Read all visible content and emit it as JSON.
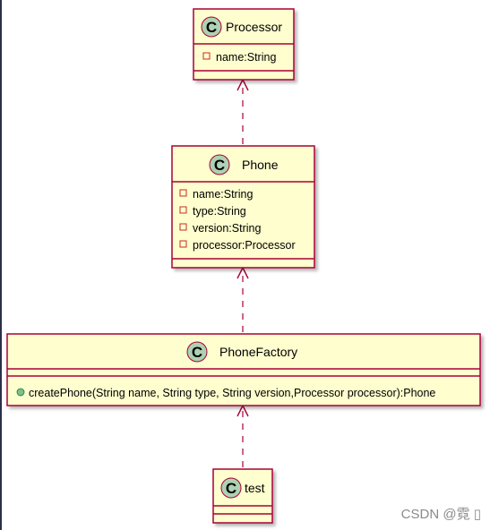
{
  "colors": {
    "box_fill": "#FEFECE",
    "border": "#A80036",
    "circle_fill": "#ADD1B2",
    "private_marker": "#C82930",
    "public_marker": "#84BE84",
    "shadow": "#c8c8c8"
  },
  "diagram": {
    "classes": [
      {
        "id": "processor",
        "name": "Processor",
        "attributes": [
          "name:String"
        ],
        "methods": []
      },
      {
        "id": "phone",
        "name": "Phone",
        "attributes": [
          "name:String",
          "type:String",
          "version:String",
          "processor:Processor"
        ],
        "methods": []
      },
      {
        "id": "phonefactory",
        "name": "PhoneFactory",
        "attributes": [],
        "methods": [
          "createPhone(String name, String type, String version,Processor processor):Phone"
        ]
      },
      {
        "id": "test",
        "name": "test",
        "attributes": [],
        "methods": []
      }
    ],
    "stereotype_letter": "C",
    "dependencies": [
      {
        "from": "phone",
        "to": "processor"
      },
      {
        "from": "phonefactory",
        "to": "phone"
      },
      {
        "from": "test",
        "to": "phonefactory"
      }
    ]
  },
  "watermark": "CSDN @霓 ▯"
}
